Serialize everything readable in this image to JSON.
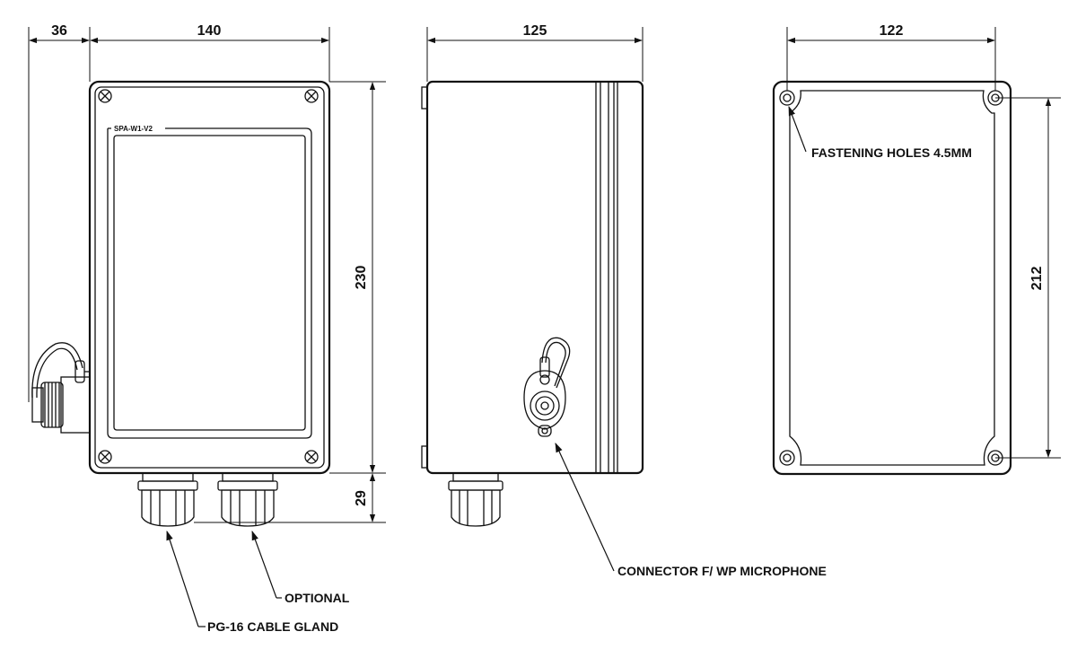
{
  "dimensions": {
    "front_offset": "36",
    "front_width": "140",
    "front_height": "230",
    "front_gland": "29",
    "side_depth": "125",
    "back_width": "122",
    "back_height": "212"
  },
  "labels": {
    "model": "SPA-W1-V2",
    "fastening_holes": "FASTENING HOLES 4.5MM",
    "connector": "CONNECTOR F/ WP MICROPHONE",
    "optional": "OPTIONAL",
    "cable_gland": "PG-16 CABLE GLAND"
  },
  "colors": {
    "line": "#111111",
    "background": "#ffffff"
  }
}
